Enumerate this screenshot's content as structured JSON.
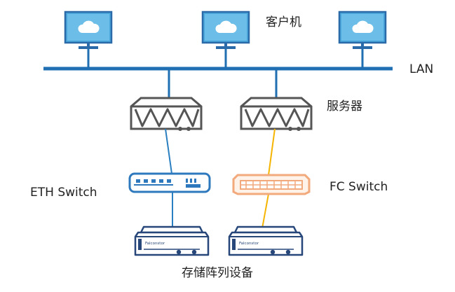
{
  "labels": {
    "clients": "客户机",
    "lan": "LAN",
    "servers": "服务器",
    "eth_switch": "ETH Switch",
    "fc_switch": "FC Switch",
    "storage": "存储阵列设备"
  },
  "storage_brand": "Falconstor",
  "colors": {
    "bus": "#1f6fb2",
    "monitor_fill": "#4aa8dc",
    "monitor_stand": "#2a6aa8",
    "eth_link": "#2a7fc0",
    "fc_link": "#f5b400",
    "server_stroke": "#555555",
    "eth_switch": "#2e78bd",
    "fc_switch": "#f2a97c",
    "storage_stroke": "#27477a"
  },
  "icons": [
    "cloud-monitor-icon",
    "server-icon",
    "eth-switch-icon",
    "fc-switch-icon",
    "storage-array-icon"
  ]
}
